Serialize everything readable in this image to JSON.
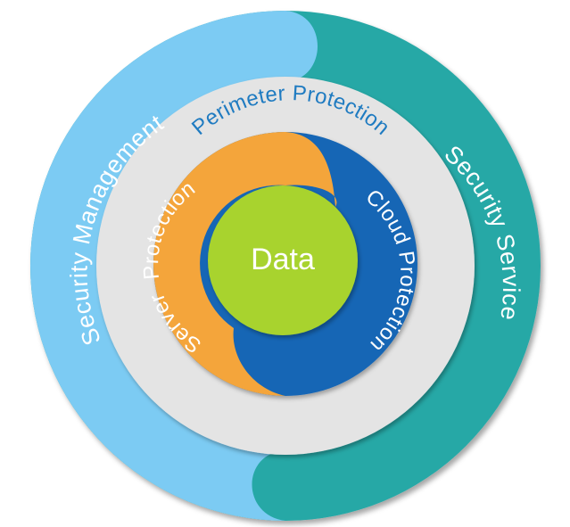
{
  "diagram": {
    "rings": {
      "outer_left": {
        "label": "Security Management",
        "color": "#7BCBF3"
      },
      "outer_right": {
        "label": "Security Service",
        "color": "#27A8A6"
      },
      "middle": {
        "label": "Perimeter Protection",
        "color": "#E4E4E4",
        "text_color": "#1F7BC1"
      },
      "inner_left": {
        "label_part1": "Server",
        "label_part2": "Protection",
        "color": "#F4A53B"
      },
      "inner_right": {
        "label": "Cloud Protection",
        "color": "#1566B5"
      },
      "center": {
        "label": "Data",
        "color": "#A8D32E"
      }
    }
  }
}
